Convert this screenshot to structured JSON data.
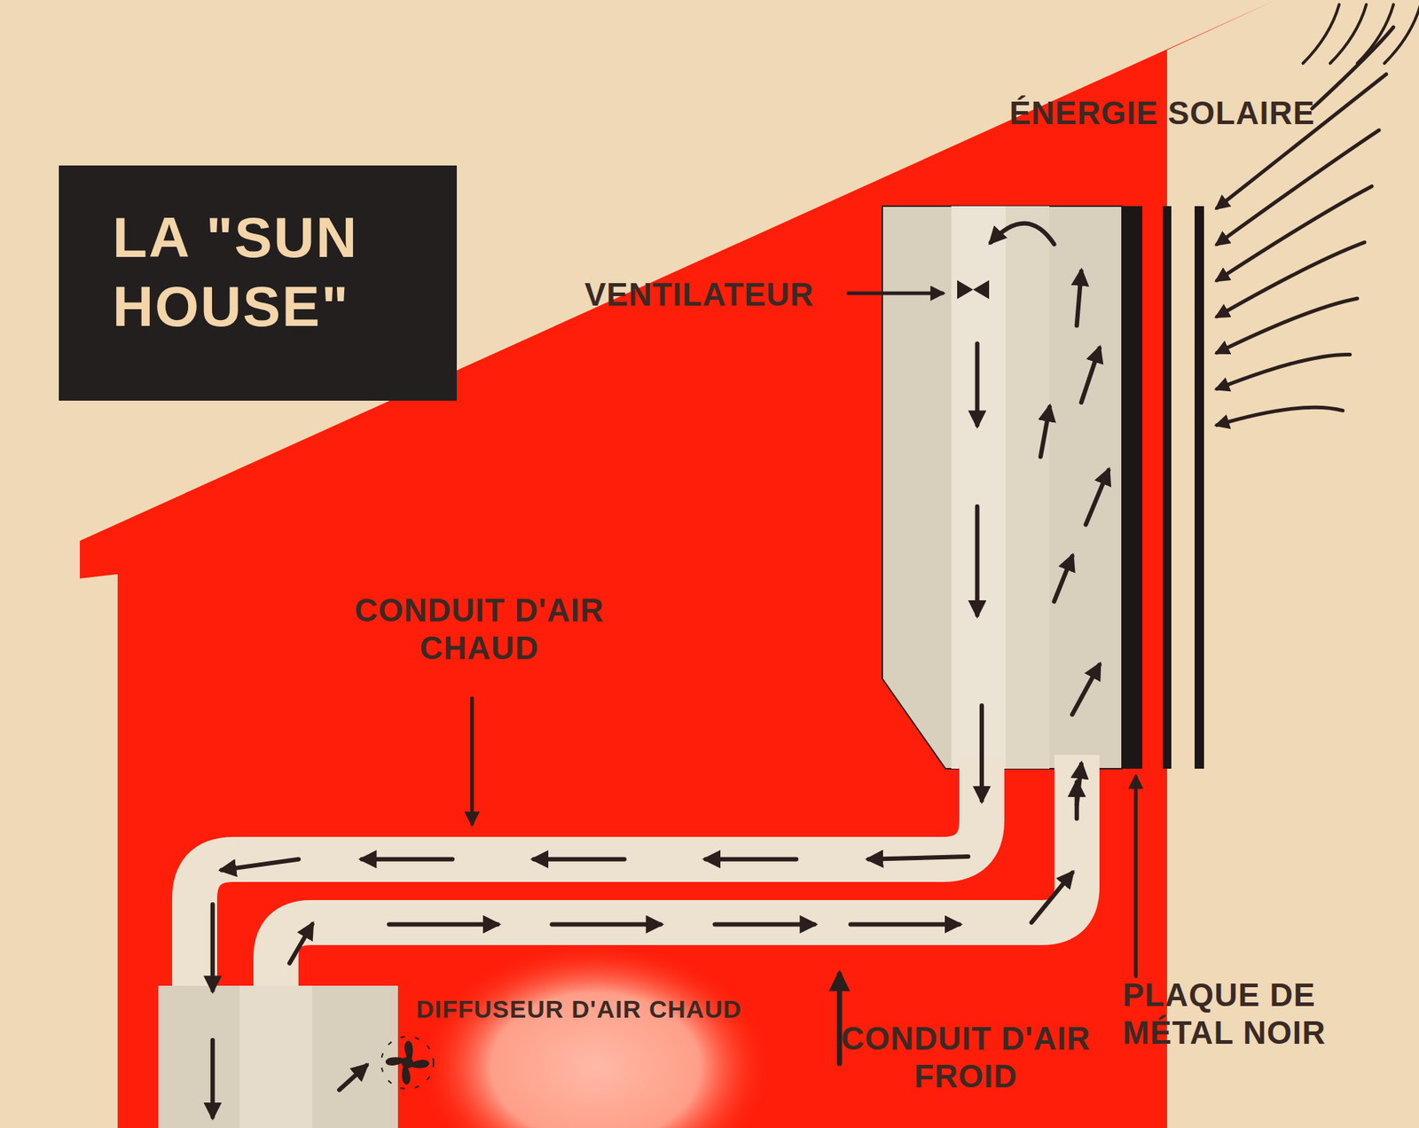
{
  "diagram": {
    "title": "LA \"SUN HOUSE\"",
    "labels": [
      "ÉNERGIE SOLAIRE",
      "VENTILATEUR",
      "CONDUIT D'AIR CHAUD",
      "DIFFUSEUR D'AIR CHAUD",
      "CONDUIT D'AIR FROID",
      "PLAQUE DE MÉTAL NOIR"
    ]
  }
}
